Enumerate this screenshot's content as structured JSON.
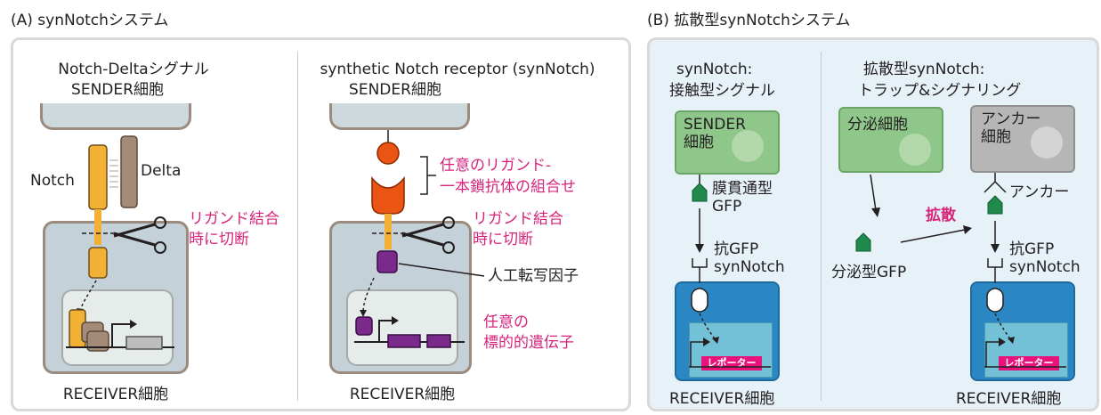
{
  "panel_a": {
    "title": "(A) synNotchシステム",
    "left": {
      "header_line1": "Notch-Deltaシグナル",
      "header_line2": "SENDER細胞",
      "notch_label": "Notch",
      "delta_label": "Delta",
      "cleave_line1": "リガンド結合",
      "cleave_line2": "時に切断",
      "receiver_label": "RECEIVER細胞"
    },
    "right": {
      "header_line1": "synthetic Notch receptor (synNotch)",
      "header_line2": "SENDER細胞",
      "ligand_line1": "任意のリガンド-",
      "ligand_line2": "一本鎖抗体の組合せ",
      "cleave_line1": "リガンド結合",
      "cleave_line2": "時に切断",
      "tf_label": "人工転写因子",
      "target_line1": "任意の",
      "target_line2": "標的的遺伝子",
      "receiver_label": "RECEIVER細胞"
    }
  },
  "panel_b": {
    "title": "(B) 拡散型synNotchシステム",
    "left": {
      "header_line1": "synNotch:",
      "header_line2": "接触型シグナル",
      "sender_line1": "SENDER",
      "sender_line2": "細胞",
      "gfp_line1": "膜貫通型",
      "gfp_line2": "GFP",
      "syn_line1": "抗GFP",
      "syn_line2": "synNotch",
      "reporter": "レポーター",
      "receiver_label": "RECEIVER細胞"
    },
    "right": {
      "header_line1": "拡散型synNotch:",
      "header_line2": "トラップ&シグナリング",
      "secretor_label": "分泌細胞",
      "anchor_cell_line1": "アンカー",
      "anchor_cell_line2": "細胞",
      "anchor_label": "アンカー",
      "diffusion_label": "拡散",
      "secreted_gfp_label": "分泌型GFP",
      "syn_line1": "抗GFP",
      "syn_line2": "synNotch",
      "reporter": "レポーター",
      "receiver_label": "RECEIVER細胞"
    }
  },
  "colors": {
    "notch": "#f2b134",
    "delta": "#a48b77",
    "ligand": "#ea5514",
    "tf": "#7b2a8b",
    "gfp": "#1f8a4c",
    "sender_green": "#8fc68a",
    "receiver_blue": "#2a87c3",
    "anchor_gray": "#b6b6b6",
    "highlight": "#d6247b"
  }
}
